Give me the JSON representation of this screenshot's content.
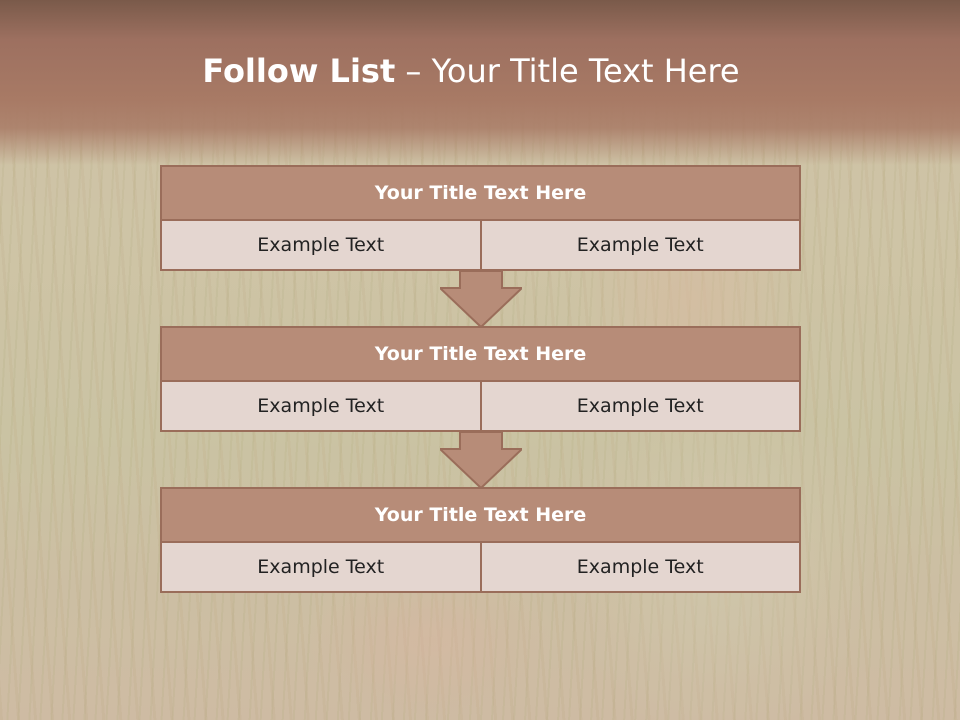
{
  "slide": {
    "title_bold": "Follow List",
    "title_rest": " – Your Title Text Here"
  },
  "blocks": [
    {
      "title": "Your Title Text Here",
      "left": "Example Text",
      "right": "Example Text"
    },
    {
      "title": "Your Title Text Here",
      "left": "Example Text",
      "right": "Example Text"
    },
    {
      "title": "Your Title Text Here",
      "left": "Example Text",
      "right": "Example Text"
    }
  ],
  "colors": {
    "header": "#a87a65",
    "block_title_fill": "#b78c78",
    "block_border": "#9a6d5a",
    "cell_fill": "#e4d6d0",
    "arrow_fill": "#b78c78"
  },
  "icons": [
    "down-arrow-icon"
  ]
}
